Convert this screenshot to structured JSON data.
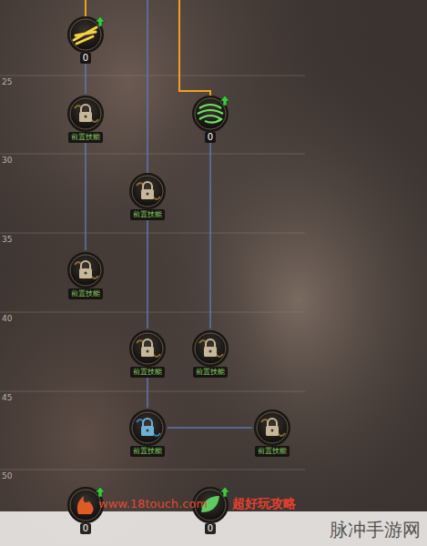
{
  "diagram": {
    "nodes": [
      {
        "text": [
          "0"
        ]
      },
      {
        "text": [
          "前置技能"
        ]
      },
      {
        "text": [
          "0"
        ]
      },
      {
        "text": [
          "前置技能"
        ]
      },
      {
        "text": [
          "前置技能"
        ]
      },
      {
        "text": [
          "前置技能"
        ]
      },
      {
        "text": [
          "前置技能"
        ]
      },
      {
        "text": [
          "前置技能"
        ]
      },
      {
        "text": [
          "前置技能"
        ]
      },
      {
        "text": [
          "0"
        ]
      },
      {
        "text": [
          "0"
        ]
      }
    ],
    "edges": [
      {
        "from": 0,
        "to": 1,
        "arrow": "none"
      },
      {
        "from": 1,
        "to": 4,
        "arrow": "none"
      },
      {
        "from": 3,
        "to": 5,
        "arrow": "none"
      },
      {
        "from": 5,
        "to": 7,
        "arrow": "none"
      },
      {
        "from": 2,
        "to": 6,
        "arrow": "none"
      },
      {
        "from": 7,
        "to": 8,
        "arrow": "none"
      }
    ],
    "labels": [
      "25",
      "30",
      "35",
      "40",
      "45",
      "50",
      "www.18touch.com",
      "超好玩攻略",
      "脉冲手游网"
    ]
  }
}
